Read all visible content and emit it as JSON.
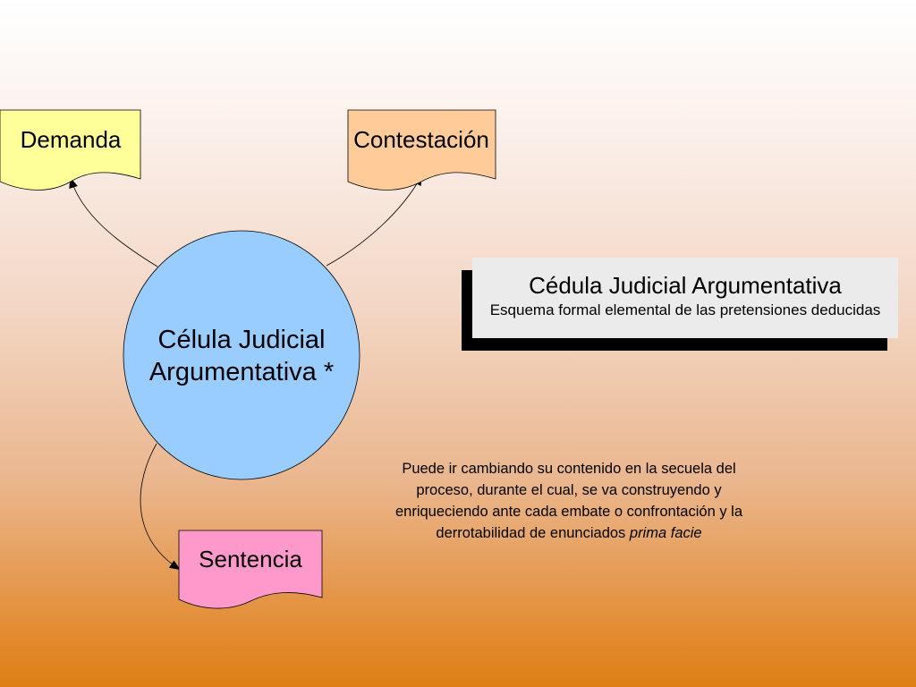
{
  "colors": {
    "demanda_fill": "#ffff99",
    "contestacion_fill": "#ffcc99",
    "sentencia_fill": "#ff99cc",
    "circle_fill": "#99ccff",
    "title_box_fill": "#ebebeb",
    "shadow": "#000000",
    "background_top": "#ffffff",
    "background_bottom": "#dd7f14"
  },
  "nodes": {
    "demanda": "Demanda",
    "contestacion": "Contestación",
    "sentencia": "Sentencia"
  },
  "center": {
    "line1": "Célula Judicial",
    "line2": "Argumentativa *"
  },
  "title_box": {
    "title": "Cédula Judicial Argumentativa",
    "subtitle": "Esquema formal elemental de las pretensiones deducidas"
  },
  "note": {
    "text": "Puede ir cambiando su contenido en la secuela del proceso, durante el cual, se va construyendo y enriqueciendo ante cada embate o confrontación y la derrotabilidad de enunciados",
    "emphasis": "prima facie"
  }
}
